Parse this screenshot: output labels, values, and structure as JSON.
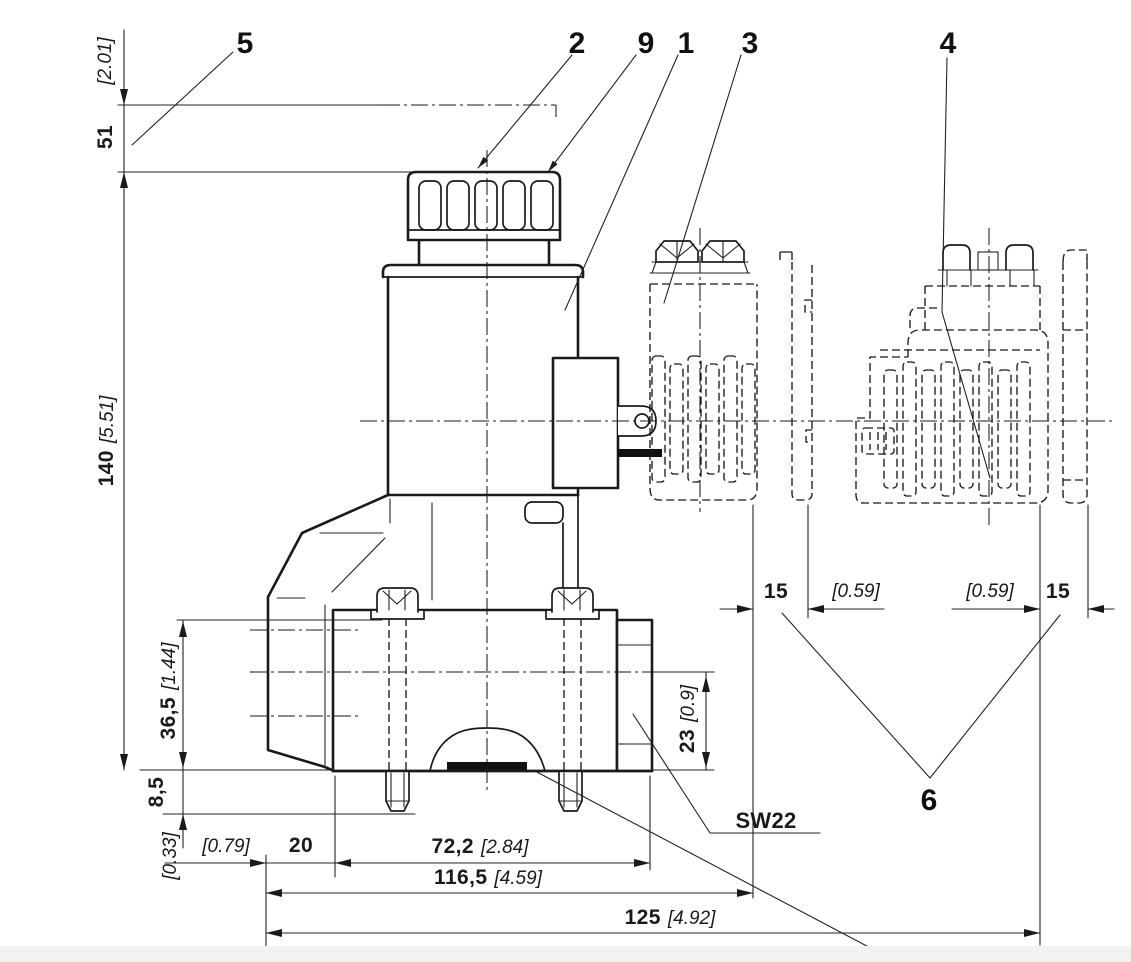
{
  "drawing": {
    "type": "technical-dimension-drawing",
    "subject": "solenoid valve with knurled adjustment knob and cable plug side views"
  },
  "callouts": {
    "item1": "1",
    "item2": "2",
    "item3": "3",
    "item4": "4",
    "item5": "5",
    "item6": "6",
    "item9": "9"
  },
  "dimensions": {
    "knob_stroke": {
      "mm": "51",
      "inch": "[2.01]"
    },
    "overall_height": {
      "mm": "140",
      "inch": "[5.51]"
    },
    "upper_port_height": {
      "mm": "36,5",
      "inch": "[1.44]"
    },
    "stud_length": {
      "mm": "8,5",
      "inch": "[0.33]"
    },
    "left_offset": {
      "mm": "20",
      "inch": "[0.79]"
    },
    "hole_spacing": {
      "mm": "72,2",
      "inch": "[2.84]"
    },
    "body_length": {
      "mm": "116,5",
      "inch": "[4.59]"
    },
    "overall_length": {
      "mm": "125",
      "inch": "[4.92]"
    },
    "plug_left_clearance": {
      "mm": "15",
      "inch": "[0.59]"
    },
    "plug_right_clearance": {
      "mm": "15",
      "inch": "[0.59]"
    },
    "port_axis_height": {
      "mm": "23",
      "inch": "[0.9]"
    },
    "wrench_flats": "SW22"
  },
  "colors": {
    "line": "#1a1a1a",
    "gland_fill": "#b4b4b4",
    "seal_fill": "#111111",
    "footer_bar": "#f2f2f2",
    "background": "#ffffff"
  }
}
